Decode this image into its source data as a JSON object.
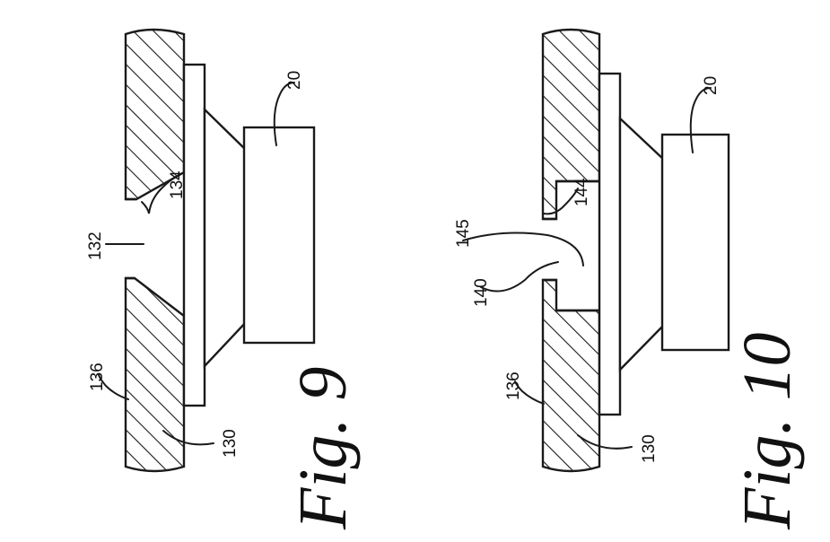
{
  "fig9": {
    "caption": "Fig. 9",
    "refs": {
      "r20": "20",
      "r134": "134",
      "r132": "132",
      "r136": "136",
      "r130": "130"
    }
  },
  "fig10": {
    "caption": "Fig. 10",
    "refs": {
      "r20": "20",
      "r144": "144",
      "r145": "145",
      "r140": "140",
      "r136": "136",
      "r130": "130"
    }
  }
}
